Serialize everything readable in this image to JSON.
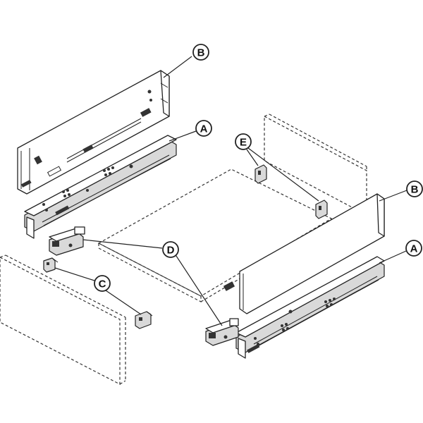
{
  "callouts": {
    "b_top": "B",
    "a_top": "A",
    "e": "E",
    "b_right": "B",
    "d": "D",
    "a_right": "A",
    "c": "C"
  }
}
